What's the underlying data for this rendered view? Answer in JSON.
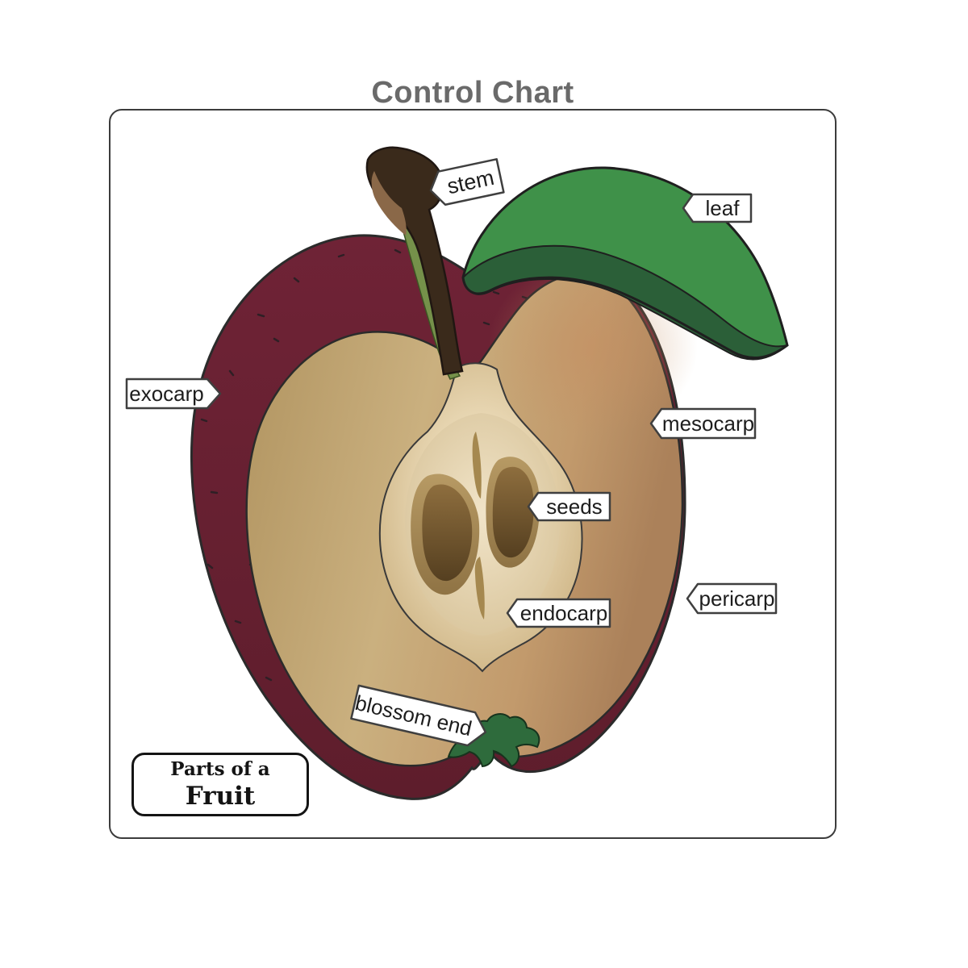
{
  "title": "Control Chart",
  "caption": {
    "line1": "Parts of a",
    "line2": "Fruit"
  },
  "labels": {
    "stem": "stem",
    "leaf": "leaf",
    "exocarp": "exocarp",
    "mesocarp": "mesocarp",
    "seeds": "seeds",
    "endocarp": "endocarp",
    "pericarp": "pericarp",
    "blossom_end": "blossom end"
  },
  "colors": {
    "title_text": "#6a6a6a",
    "frame_border": "#3c3c3c",
    "apple_skin": "#6b2133",
    "apple_flesh": "#c3a472",
    "core": "#e8d8b4",
    "seed": "#6b5128",
    "leaf_light": "#3f9149",
    "leaf_dark": "#2b5f38",
    "stem": "#3a2a1b",
    "calyx": "#2e6b3c",
    "tag_background": "#ffffff",
    "tag_border": "#3f3f3f",
    "tag_text": "#1d1d1d"
  }
}
